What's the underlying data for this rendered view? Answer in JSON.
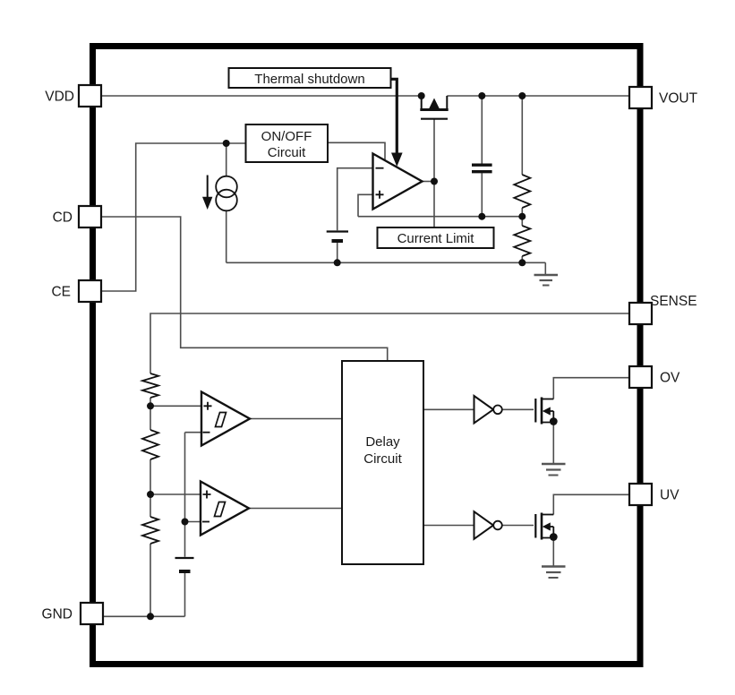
{
  "diagram_type": "ic-internal-block-diagram",
  "colors": {
    "background": "#ffffff",
    "wire": "#4d4d4d",
    "component_outline": "#111111",
    "chip_border": "#000000",
    "ground_symbol": "#555555",
    "text": "#1a1a1a"
  },
  "chip": {
    "pins_left": [
      {
        "label": "VDD"
      },
      {
        "label": "CD"
      },
      {
        "label": "CE"
      },
      {
        "label": "GND"
      }
    ],
    "pins_right": [
      {
        "label": "VOUT"
      },
      {
        "label": "SENSE"
      },
      {
        "label": "OV"
      },
      {
        "label": "UV"
      }
    ],
    "blocks": {
      "thermal_shutdown": {
        "label": "Thermal shutdown"
      },
      "on_off": {
        "line1": "ON/OFF",
        "line2": "Circuit"
      },
      "current_limit": {
        "label": "Current Limit"
      },
      "delay": {
        "line1": "Delay",
        "line2": "Circuit"
      }
    },
    "components": [
      "pmos-pass-transistor",
      "error-amplifier",
      "current-source",
      "reference-voltage-source-upper",
      "reference-voltage-source-lower",
      "output-capacitor",
      "feedback-resistor-divider",
      "sense-resistor-divider",
      "ov-comparator-with-hysteresis",
      "uv-comparator-with-hysteresis",
      "ov-inverter",
      "uv-inverter",
      "ov-open-drain-nmos",
      "uv-open-drain-nmos",
      "ground-symbols"
    ]
  }
}
